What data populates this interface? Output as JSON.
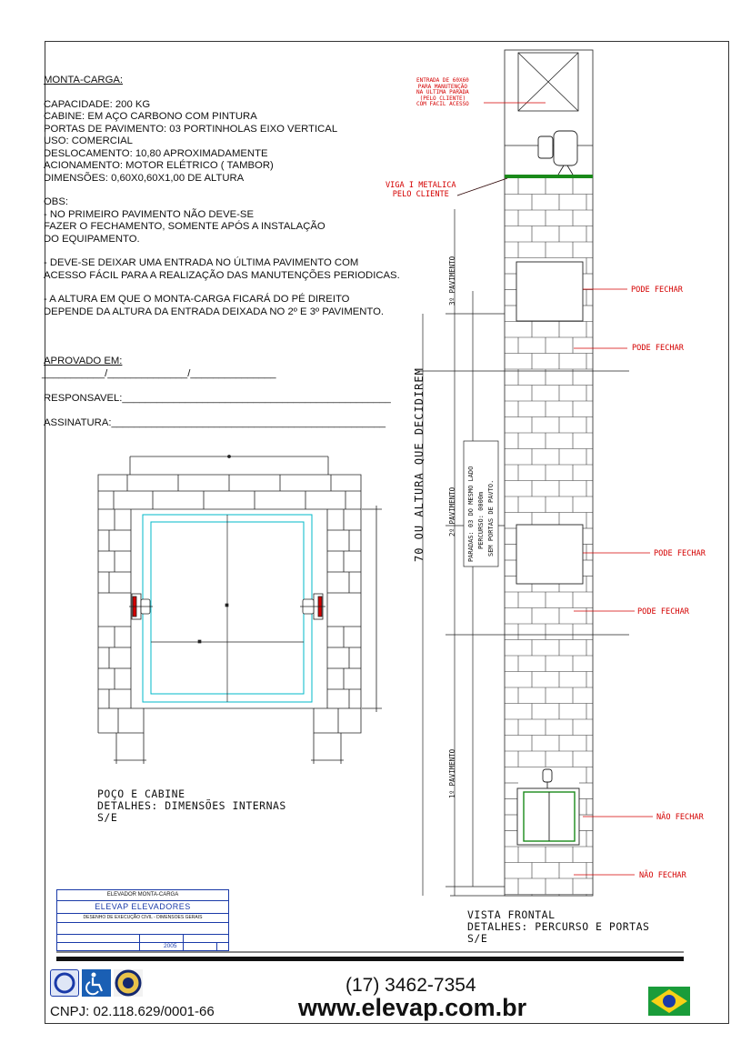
{
  "notes": {
    "title": "MONTA-CARGA:",
    "specs": [
      "CAPACIDADE: 200 KG",
      "CABINE: EM AÇO CARBONO COM PINTURA",
      "PORTAS DE PAVIMENTO: 03 PORTINHOLAS EIXO VERTICAL",
      "USO: COMERCIAL",
      "DESLOCAMENTO: 10,80 APROXIMADAMENTE",
      "ACIONAMENTO: MOTOR ELÉTRICO   ( TAMBOR)",
      "DIMENSÕES: 0,60X0,60X1,00 DE ALTURA"
    ],
    "obs_title": "OBS:",
    "obs": [
      [
        "- NO PRIMEIRO PAVIMENTO NÃO DEVE-SE",
        "FAZER O FECHAMENTO, SOMENTE APÓS A INSTALAÇÃO",
        "DO EQUIPAMENTO."
      ],
      [
        "- DEVE-SE DEIXAR UMA ENTRADA NO ÚLTIMA PAVIMENTO COM",
        "ACESSO FÁCIL PARA A REALIZAÇÃO DAS MANUTENÇÕES PERIODICAS."
      ],
      [
        "- A ALTURA EM QUE O MONTA-CARGA FICARÁ DO PÉ DIREITO",
        "DEPENDE DA ALTURA DA ENTRADA DEIXADA NO 2º E 3º PAVIMENTO."
      ]
    ],
    "approved_label": "APROVADO EM:",
    "approved_line": "___________/______________/_______________",
    "responsible_label": "RESPONSAVEL:_______________________________________________",
    "signature_label": "ASSINATURA:________________________________________________"
  },
  "pit_caption": "POÇO E CABINE\nDETALHES: DIMENSÕES INTERNAS\nS/E",
  "front_caption": "VISTA FRONTAL\nDETALHES: PERCURSO E PORTAS\nS/E",
  "front_view": {
    "maintenance_entry": "ENTRADA DE 60X60\nPARA MANUTENÇÃO\nNA ULTIMA PARADA\n(PELO CLIENTE)\nCOM FACIL ACESSO",
    "beam": "VIGA I METALICA\nPELO CLIENTE",
    "height_note": "70 OU ALTURA QUE DECIDIREM",
    "floor3": "3º PAVIMENTO",
    "floor2": "2º PAVIMENTO",
    "floor1": "1º PAVIMENTO",
    "stops_note": [
      "PARADAS: 03 DO MESMO LADO",
      "PERCURSO: 0000m",
      "SEM PORTAS DE PAVTO."
    ],
    "can_close": "PODE FECHAR",
    "do_not_close": "NÃO FECHAR"
  },
  "title_block": {
    "line1": "ELEVADOR MONTA-CARGA",
    "company": "ELEVAP  ELEVADORES",
    "line3": "DESENHO DE EXECUÇÃO CIVIL -   DIMENSOES GERAIS",
    "year": "2005"
  },
  "footer": {
    "phone": "(17) 3462-7354",
    "website": "www.elevap.com.br",
    "cnpj": "CNPJ: 02.118.629/0001-66"
  },
  "colors": {
    "annotation": "#d40000",
    "cabin": "#00b8c8",
    "beam": "#1a8a1a",
    "title_block": "#1a3aa8"
  }
}
